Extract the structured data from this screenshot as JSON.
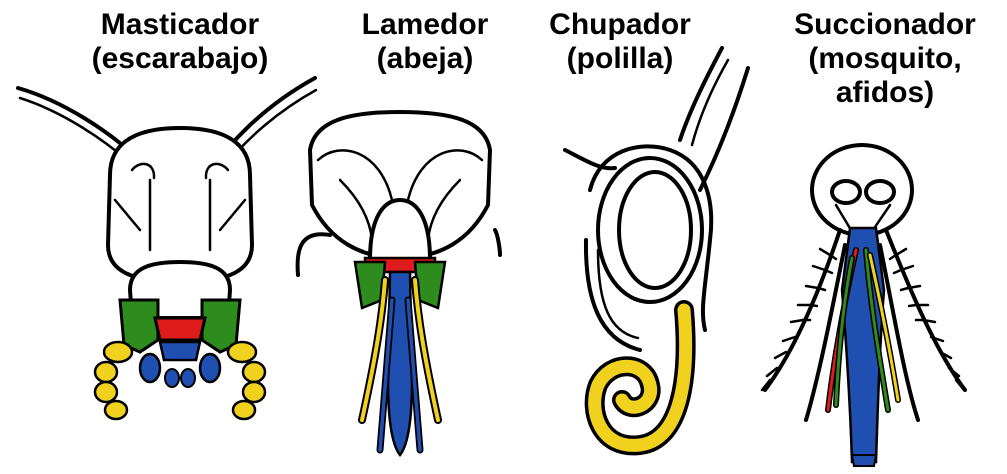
{
  "labels": [
    {
      "id": "masticador",
      "line1": "Masticador",
      "line2": "(escarabajo)"
    },
    {
      "id": "lamedor",
      "line1": "Lamedor",
      "line2": "(abeja)"
    },
    {
      "id": "chupador",
      "line1": "Chupador",
      "line2": "(polilla)"
    },
    {
      "id": "succionador",
      "line1": "Succionador",
      "line2": "(mosquito,",
      "line3": "afidos)"
    }
  ],
  "colors": {
    "labrum": "#e01b1b",
    "mandible": "#2e8b1e",
    "maxilla": "#f0d21e",
    "labium": "#1f4fb0",
    "outline": "#000000"
  }
}
